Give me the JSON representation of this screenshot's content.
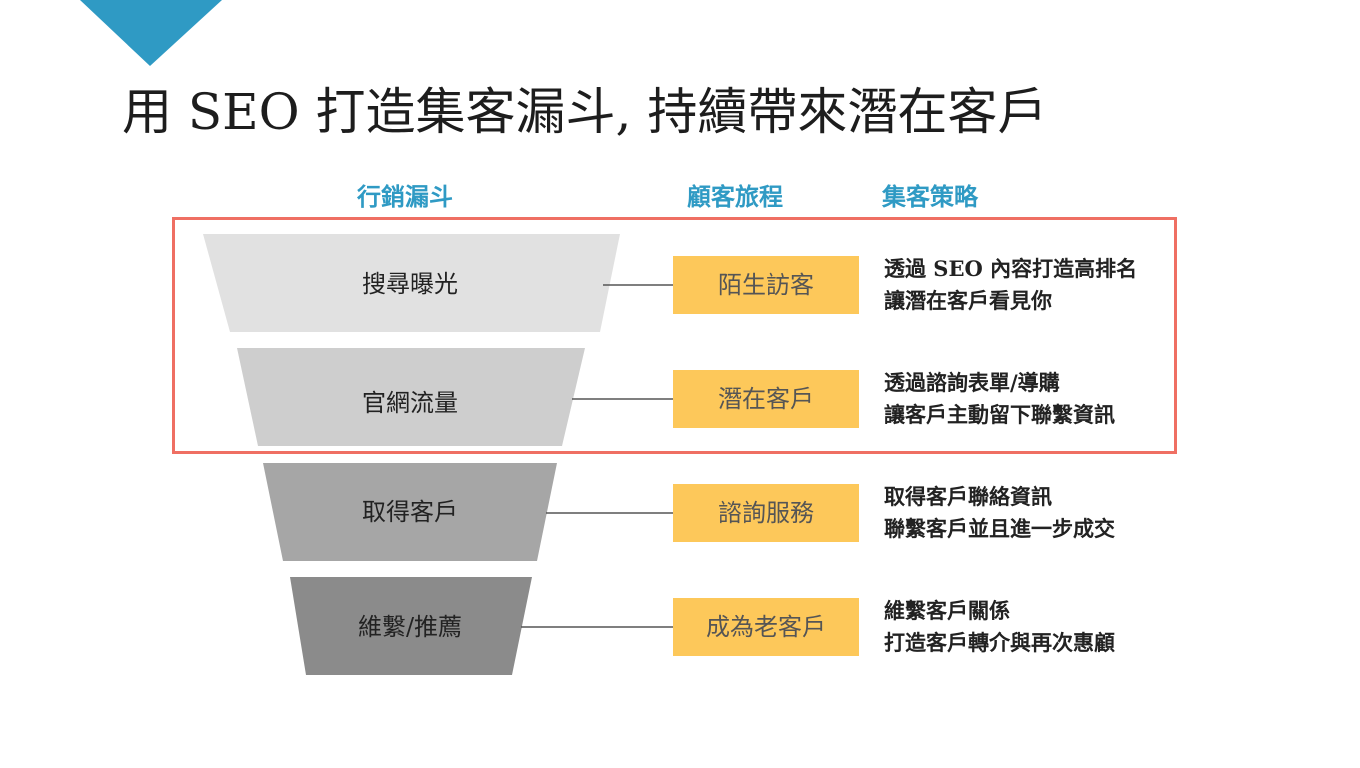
{
  "title": "用 SEO 打造集客漏斗, 持續帶來潛在客戶",
  "headers": {
    "funnel": "行銷漏斗",
    "journey": "顧客旅程",
    "strategy": "集客策略"
  },
  "colors": {
    "accent": "#2f9ac4",
    "highlight_border": "#ef6f63",
    "journey_box": "#fdc85a",
    "stage_fills": [
      "#e1e1e1",
      "#cecece",
      "#a6a6a6",
      "#8b8b8b"
    ]
  },
  "stages": [
    {
      "funnel": "搜尋曝光",
      "journey": "陌生訪客",
      "strategy": [
        "透過 SEO 內容打造高排名",
        "讓潛在客戶看見你"
      ]
    },
    {
      "funnel": "官網流量",
      "journey": "潛在客戶",
      "strategy": [
        "透過諮詢表單/導購",
        "讓客戶主動留下聯繫資訊"
      ]
    },
    {
      "funnel": "取得客戶",
      "journey": "諮詢服務",
      "strategy": [
        "取得客戶聯絡資訊",
        "聯繫客戶並且進一步成交"
      ]
    },
    {
      "funnel": "維繫/推薦",
      "journey": "成為老客戶",
      "strategy": [
        "維繫客戶關係",
        "打造客戶轉介與再次惠顧"
      ]
    }
  ]
}
